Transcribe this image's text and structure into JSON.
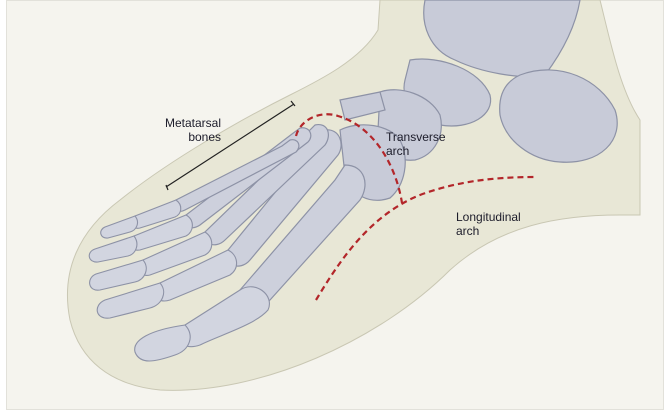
{
  "figure": {
    "labels": {
      "metatarsal": [
        "Metatarsal",
        "bones"
      ],
      "transverse": [
        "Transverse",
        "arch"
      ],
      "longitudinal": [
        "Longitudinal",
        "arch"
      ]
    },
    "colors": {
      "background": "#f5f4ee",
      "skin": "#e8e7d6",
      "bone": "#c8cbd8",
      "bone_outline": "#8d92a6",
      "arch_line": "#b3262a"
    }
  }
}
